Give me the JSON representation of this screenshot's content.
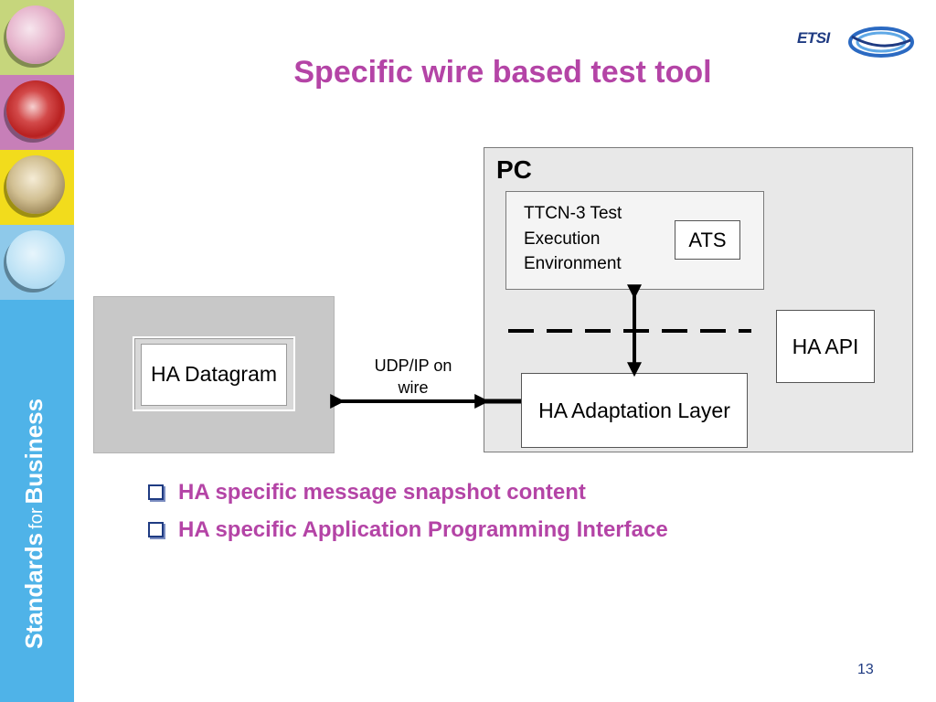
{
  "slide": {
    "title": "Specific wire based test tool",
    "page_number": "13"
  },
  "sidebar": {
    "text_main1": "Standards",
    "text_for": "for",
    "text_main2": "Business",
    "colors": [
      "#c6d67c",
      "#c77fb8",
      "#f2dc1c",
      "#8ec9ea",
      "#4fb3e8"
    ]
  },
  "logo": {
    "text": "ETSI",
    "color": "#1f3b82"
  },
  "diagram": {
    "ha_datagram": "HA Datagram",
    "link_label": "UDP/IP on wire",
    "pc_label": "PC",
    "ttcn_label": "TTCN-3 Test Execution Environment",
    "ats_label": "ATS",
    "ha_api_label": "HA API",
    "adaptation_label": "HA Adaptation Layer"
  },
  "bullets": [
    "HA specific message snapshot content",
    "HA specific Application Programming Interface"
  ],
  "colors": {
    "title": "#b444a6",
    "bullet_marker": "#1f3b82"
  }
}
